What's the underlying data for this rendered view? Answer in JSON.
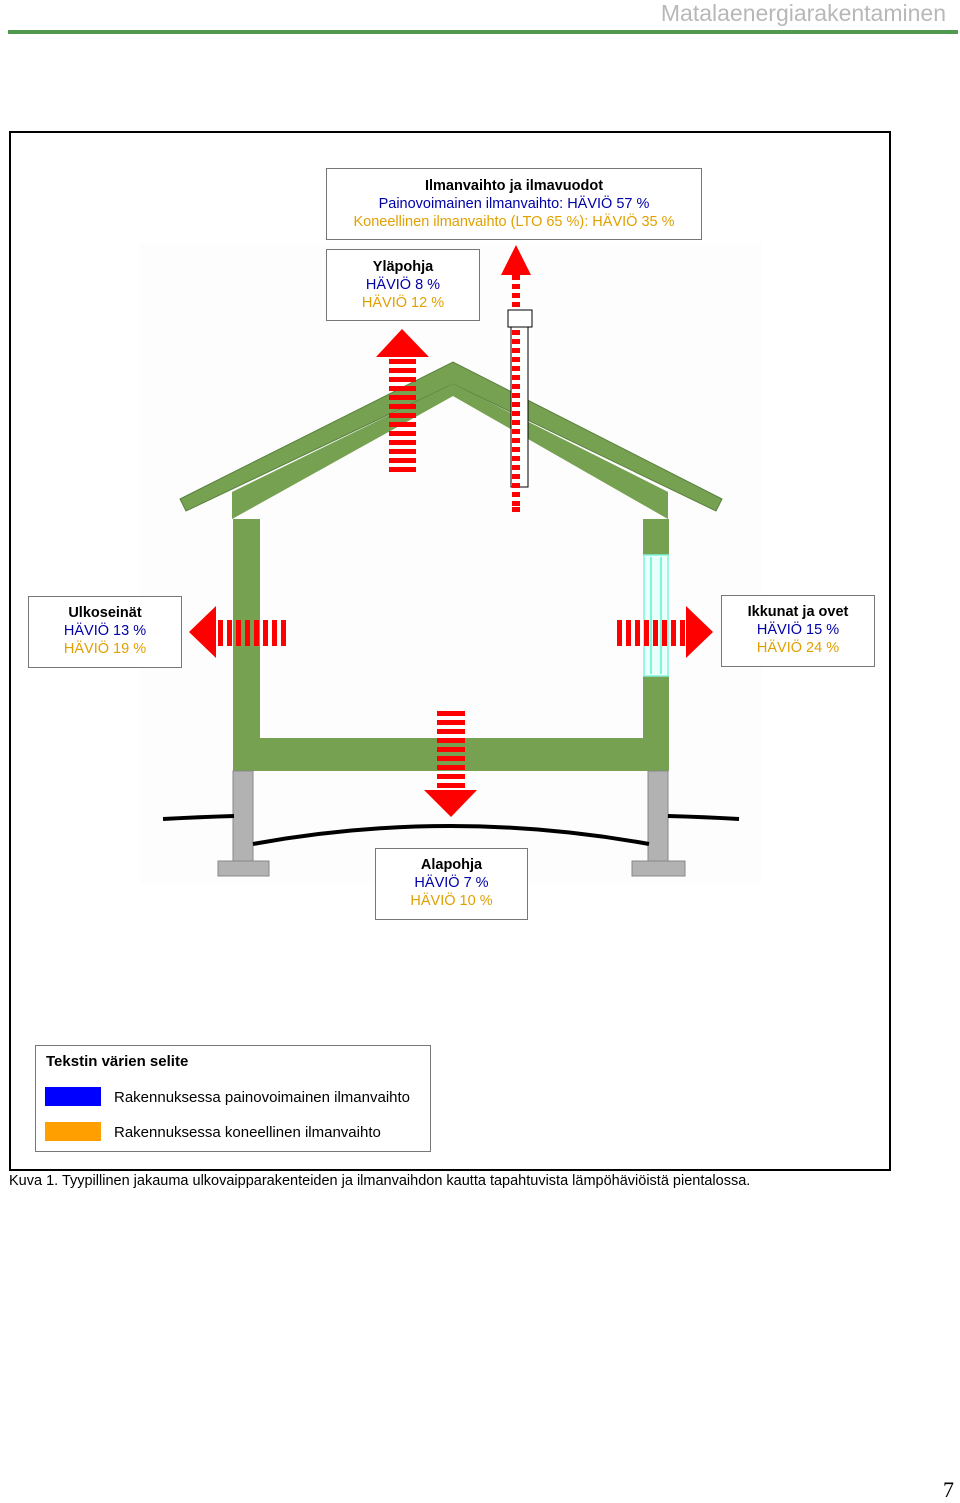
{
  "header": {
    "title": "Matalaenergiarakentaminen"
  },
  "boxes": {
    "ventilation": {
      "title": "Ilmanvaihto ja ilmavuodot",
      "natural": "Painovoimainen ilmanvaihto: HÄVIÖ  57 %",
      "mechanical": "Koneellinen ilmanvaihto (LTO 65 %): HÄVIÖ  35 %"
    },
    "roof": {
      "title": "Yläpohja",
      "natural": "HÄVIÖ  8 %",
      "mechanical": "HÄVIÖ  12 %"
    },
    "walls": {
      "title": "Ulkoseinät",
      "natural": "HÄVIÖ  13 %",
      "mechanical": "HÄVIÖ  19 %"
    },
    "windows": {
      "title": "Ikkunat ja ovet",
      "natural": "HÄVIÖ  15 %",
      "mechanical": "HÄVIÖ  24 %"
    },
    "floor": {
      "title": "Alapohja",
      "natural": "HÄVIÖ  7 %",
      "mechanical": "HÄVIÖ  10 %"
    }
  },
  "legend": {
    "title": "Tekstin värien selite",
    "items": [
      {
        "color": "#0000ff",
        "label": "Rakennuksessa painovoimainen ilmanvaihto"
      },
      {
        "color": "#ffa000",
        "label": "Rakennuksessa koneellinen ilmanvaihto"
      }
    ]
  },
  "caption": "Kuva 1. Tyypillinen jakauma ulkovaipparakenteiden ja ilmanvaihdon kautta tapahtuvista lämpöhäviöistä pientalossa.",
  "page_number": "7",
  "colors": {
    "structure": "#76a150",
    "foundation": "#b2b2b2",
    "arrow": "#ff0000",
    "glass": "#7ff4dc",
    "natural_text": "#0000a8",
    "mechanical_text": "#e0a000",
    "header_rule": "#4f9a4f"
  }
}
